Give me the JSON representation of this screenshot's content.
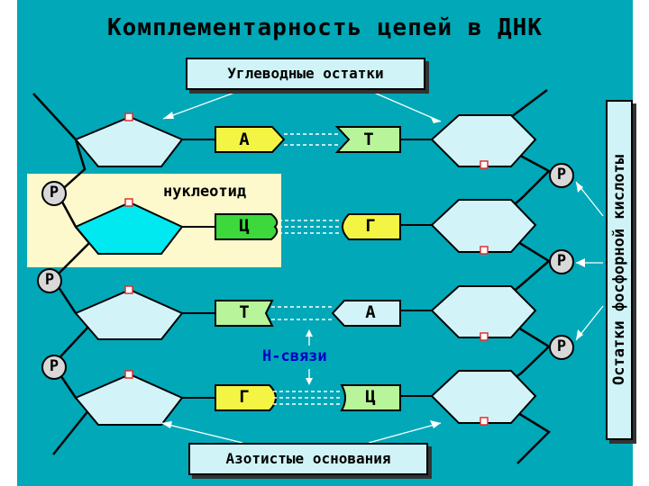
{
  "title": "Комплементарность цепей в ДНК",
  "labels": {
    "sugar": "Углеводные остатки",
    "bases": "Азотистые основания",
    "phosphate": "Остатки фосфорной кислоты",
    "nucleotide": "нуклеотид",
    "hbonds": "Н-связи",
    "phosphate_symbol": "P"
  },
  "pairs": [
    {
      "left": "А",
      "right": "Т"
    },
    {
      "left": "Ц",
      "right": "Г"
    },
    {
      "left": "Т",
      "right": "А"
    },
    {
      "left": "Г",
      "right": "Ц"
    }
  ],
  "colors": {
    "background": "#00a8b8",
    "sugar": "#d2f4f8",
    "sugar_highlight": "#00e8f0",
    "base_green": "#b8f49a",
    "base_bright_green": "#3cd83c",
    "base_yellow": "#f4f444",
    "nucleotide_panel": "#fdf9cc",
    "hbond_label": "#0000c0"
  }
}
